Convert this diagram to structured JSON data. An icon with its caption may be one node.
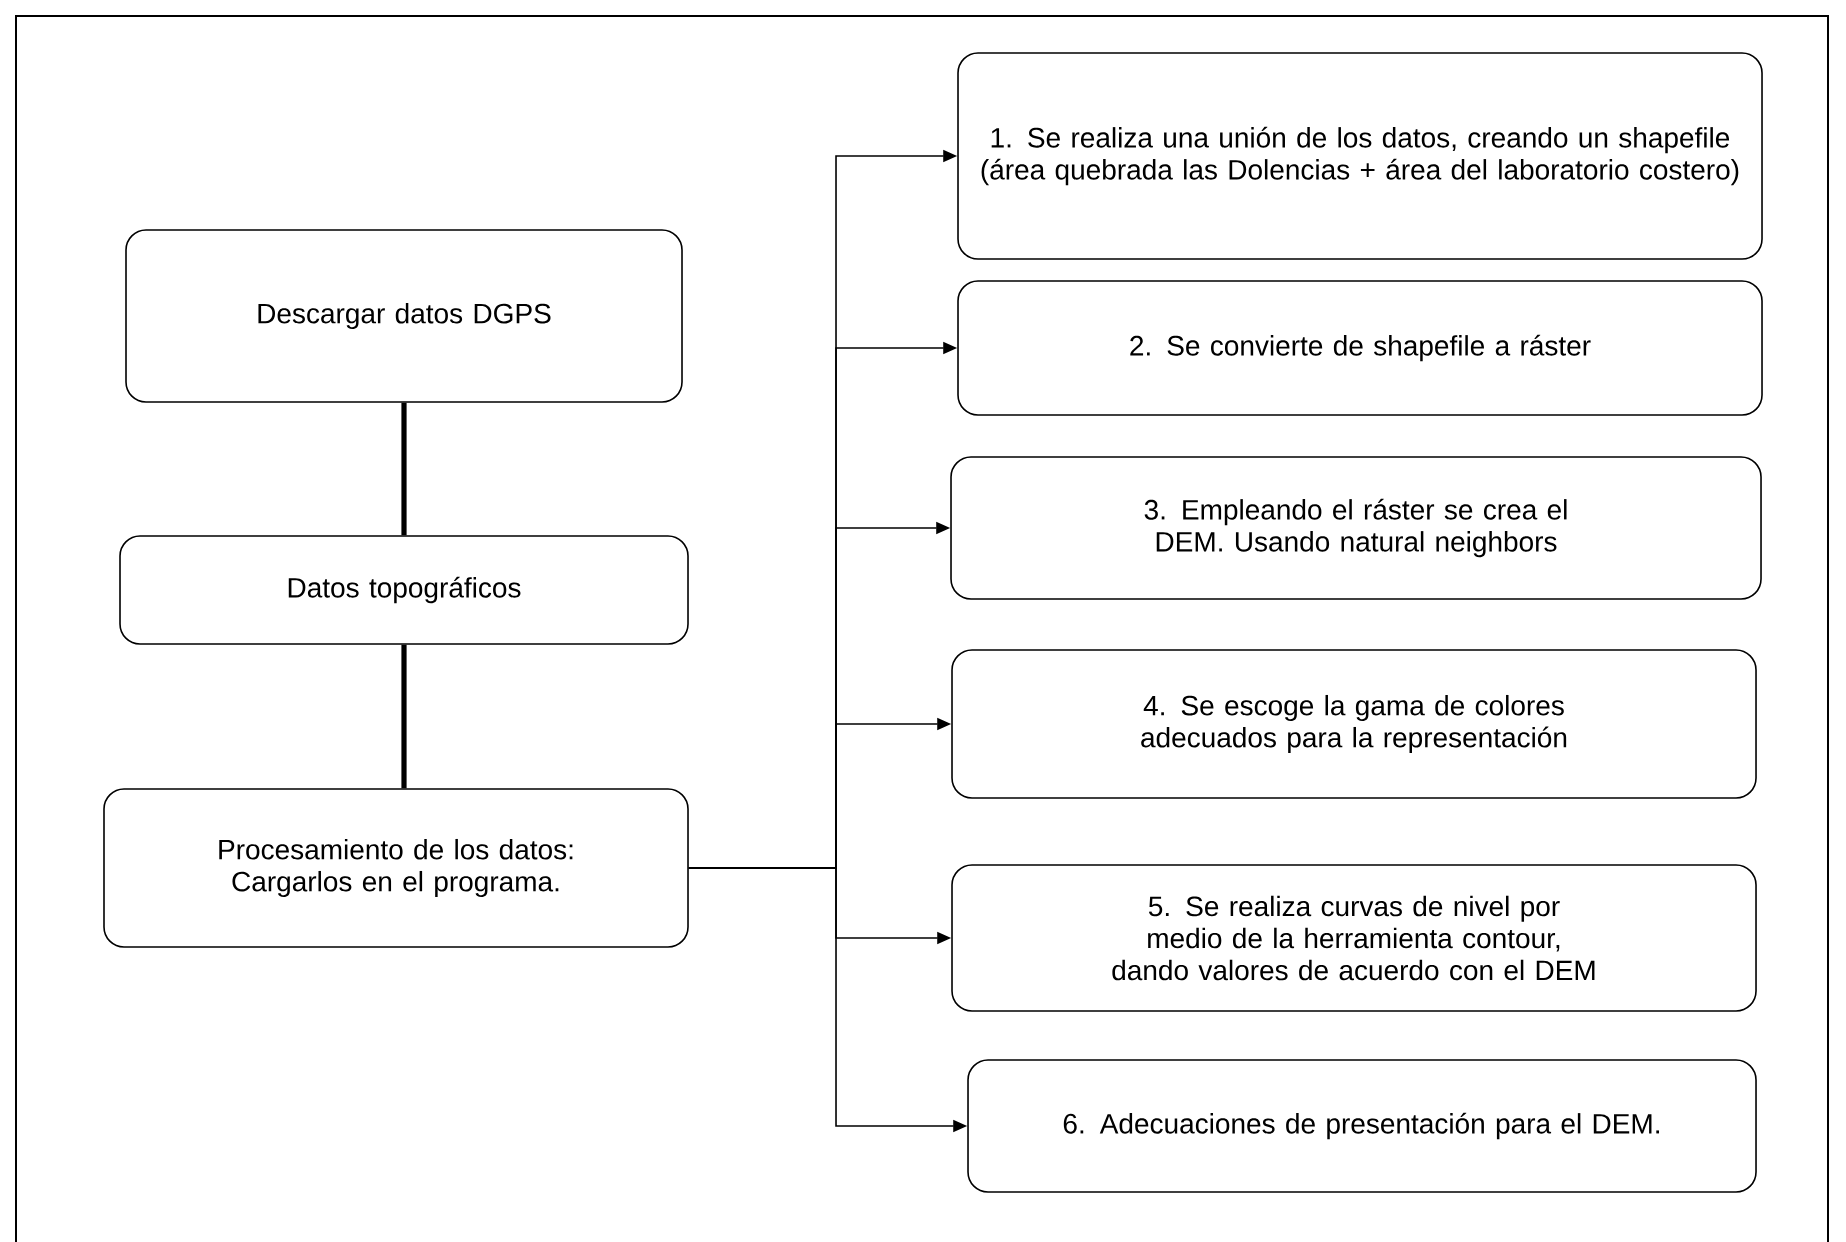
{
  "diagram": {
    "nodes": [
      {
        "text": [
          "Descargar datos DGPS"
        ]
      },
      {
        "text": [
          "Datos topográficos"
        ]
      },
      {
        "text": [
          "Procesamiento de los datos: Cargarlos en el programa."
        ]
      },
      {
        "text": [
          "1. Se realiza una unión de los datos, creando un shapefile (área quebrada las Dolencias + área del laboratorio costero)"
        ]
      },
      {
        "text": [
          "2. Se convierte de shapefile a ráster"
        ]
      },
      {
        "text": [
          "3. Empleando el ráster se crea el DEM. Usando natural neighbors"
        ]
      },
      {
        "text": [
          "4. Se escoge la gama de colores adecuados para la representación"
        ]
      },
      {
        "text": [
          "5. Se realiza curvas de nivel por medio de la herramienta contour, dando valores de acuerdo con el DEM"
        ]
      },
      {
        "text": [
          "6. Adecuaciones de presentación para el DEM."
        ]
      }
    ],
    "edges": [
      {
        "from": 0,
        "to": 1,
        "arrow": "none",
        "style": "thick"
      },
      {
        "from": 1,
        "to": 2,
        "arrow": "none",
        "style": "thick"
      },
      {
        "from": 2,
        "to": 3,
        "arrow": "to"
      },
      {
        "from": 2,
        "to": 4,
        "arrow": "to"
      },
      {
        "from": 2,
        "to": 5,
        "arrow": "to"
      },
      {
        "from": 2,
        "to": 6,
        "arrow": "to"
      },
      {
        "from": 2,
        "to": 7,
        "arrow": "to"
      },
      {
        "from": 2,
        "to": 8,
        "arrow": "to"
      }
    ]
  }
}
